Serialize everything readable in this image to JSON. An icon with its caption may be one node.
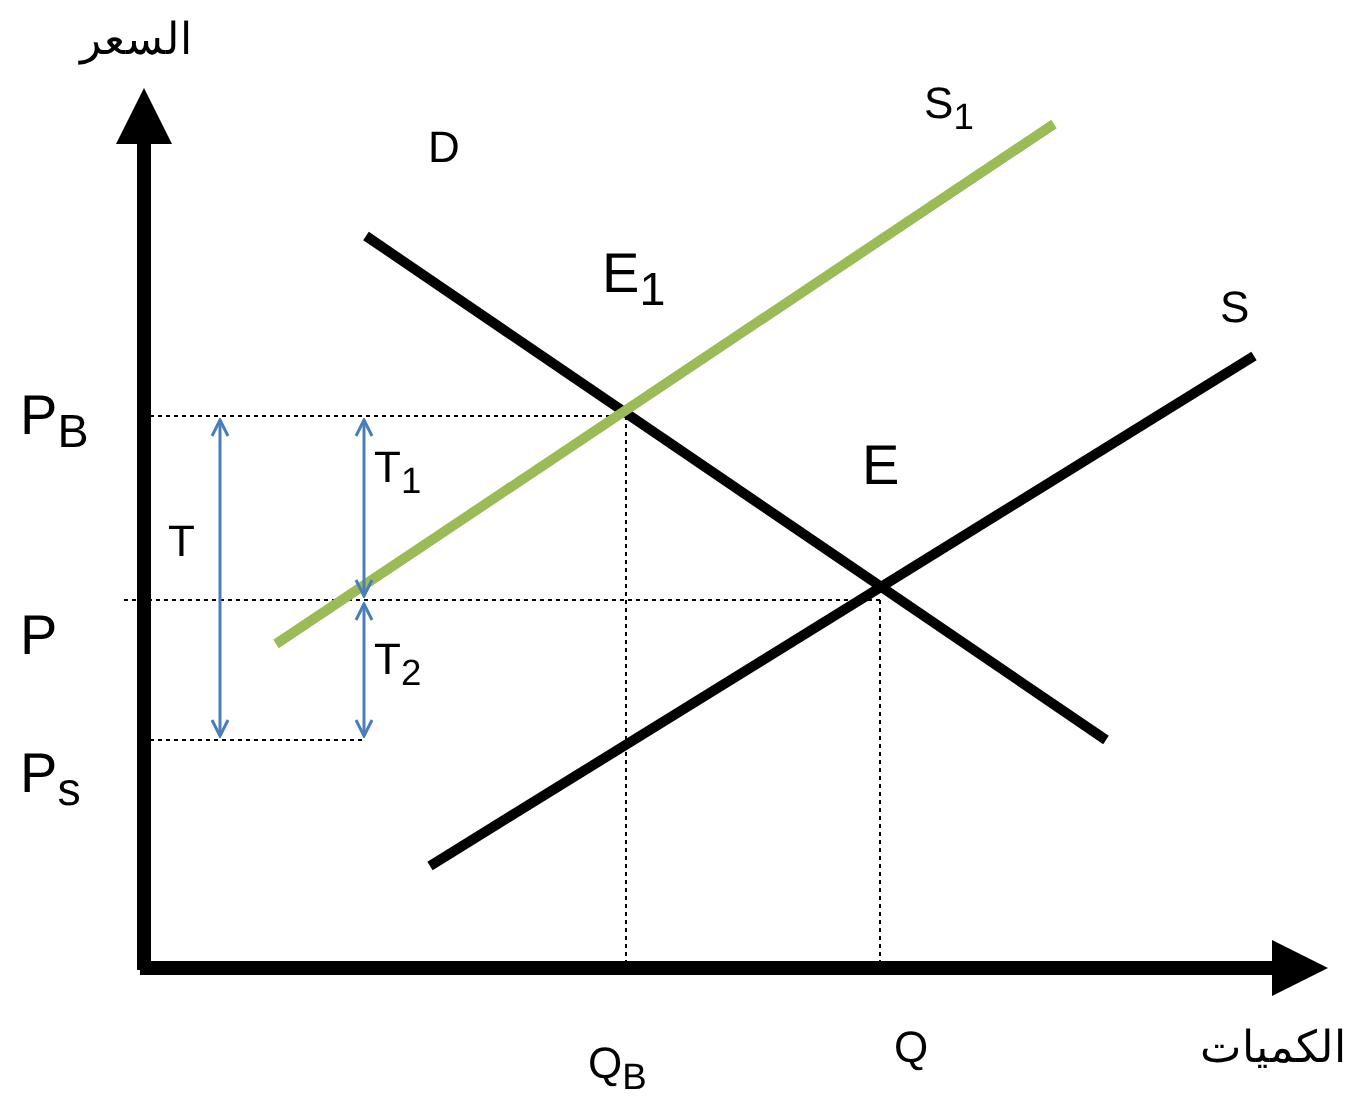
{
  "diagram": {
    "labels": [
      "السعر",
      "D",
      "S$_{1}$",
      "E$_{1}$",
      "S",
      "P$_{B}$",
      "T$_{1}$",
      "E",
      "T",
      "P",
      "T$_{2}$",
      "P$_{s}$",
      "Q$_{B}$",
      "Q",
      "الكميات"
    ]
  }
}
